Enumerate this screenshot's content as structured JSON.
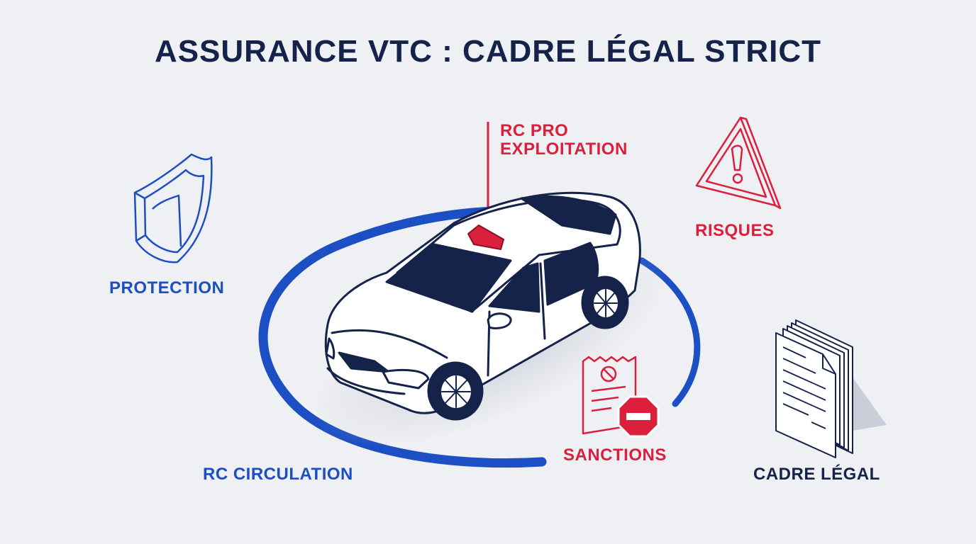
{
  "colors": {
    "navy": "#15234a",
    "blue": "#1c4fc4",
    "red": "#dc1f3c",
    "background": "#eef0f3",
    "car_body": "#ffffff"
  },
  "title": "ASSURANCE VTC : CADRE LÉGAL STRICT",
  "labels": {
    "protection": "PROTECTION",
    "rc_pro": "RC PRO\nEXPLOITATION",
    "risques": "RISQUES",
    "sanctions": "SANCTIONS",
    "rc_circulation": "RC CIRCULATION",
    "cadre_legal": "CADRE LÉGAL"
  },
  "icons": {
    "protection": "shield-icon",
    "risques": "warning-triangle-icon",
    "sanctions": "fine-ticket-stop-icon",
    "cadre_legal": "document-stack-icon",
    "vehicle": "vtc-car-illustration",
    "coverage": "coverage-ring"
  }
}
